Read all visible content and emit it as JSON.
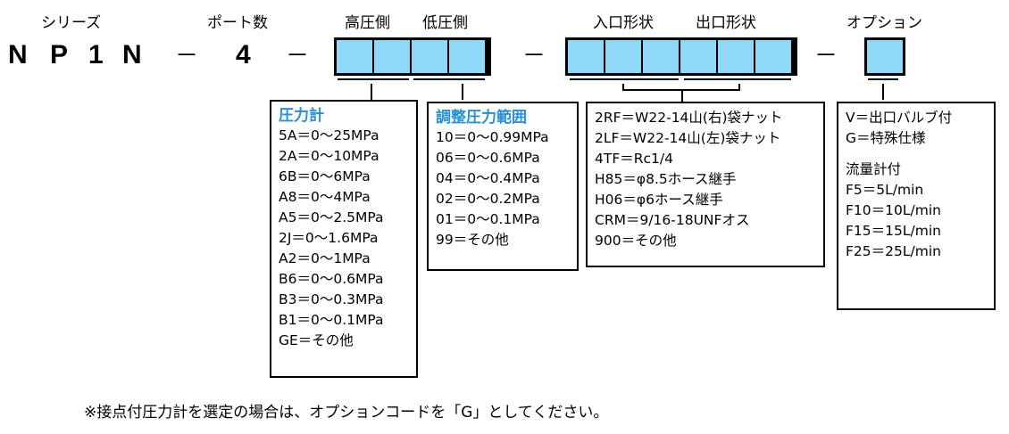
{
  "headers": {
    "series": "シリーズ",
    "ports": "ポート数",
    "high": "高圧側",
    "low": "低圧側",
    "inlet": "入口形状",
    "outlet": "出口形状",
    "option": "オプション"
  },
  "code": {
    "series_letters": [
      "N",
      "P",
      "1",
      "N"
    ],
    "port_count": "4",
    "dash": "－"
  },
  "colors": {
    "cell_fill": "#8fd8f8",
    "title_blue": "#2a8fd6"
  },
  "gauge": {
    "title": "圧力計",
    "items": [
      "5A＝0～25MPa",
      "2A＝0～10MPa",
      "6B＝0～6MPa",
      "A8＝0～4MPa",
      "A5＝0～2.5MPa",
      "2J＝0～1.6MPa",
      "A2＝0～1MPa",
      "B6＝0～0.6MPa",
      "B3＝0～0.3MPa",
      "B1＝0～0.1MPa",
      "GE＝その他"
    ]
  },
  "adjust": {
    "title": "調整圧力範囲",
    "items": [
      "10＝0～0.99MPa",
      "06＝0～0.6MPa",
      "04＝0～0.4MPa",
      "02＝0～0.2MPa",
      "01＝0～0.1MPa",
      "99＝その他"
    ]
  },
  "shape": {
    "items": [
      "2RF＝W22-14山(右)袋ナット",
      "2LF＝W22-14山(左)袋ナット",
      "4TF＝Rc1/4",
      "H85＝φ8.5ホース継手",
      "H06＝φ6ホース継手",
      "CRM＝9/16-18UNFオス",
      "900＝その他"
    ]
  },
  "option": {
    "items": [
      "V＝出口バルブ付",
      "G＝特殊仕様"
    ],
    "flow_title": "流量計付",
    "flow_items": [
      "F5＝5L/min",
      "F10＝10L/min",
      "F15＝15L/min",
      "F25＝25L/min"
    ]
  },
  "note": "※接点付圧力計を選定の場合は、オプションコードを「G」としてください。"
}
